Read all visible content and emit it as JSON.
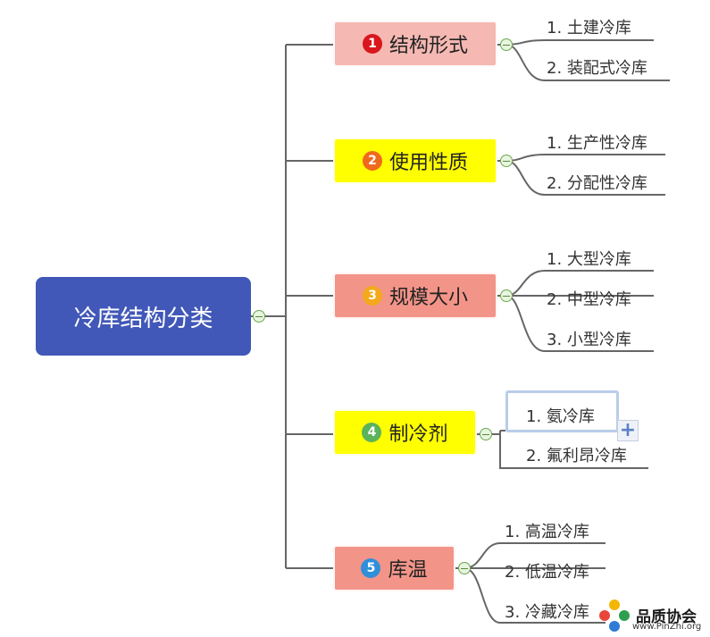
{
  "central": {
    "label": "冷库结构分类",
    "color": "#4158B8"
  },
  "branches": [
    {
      "num": "1",
      "label": "结构形式",
      "bg": "#F5B8B2",
      "badge": "#D9161C",
      "children": [
        "1. 土建冷库",
        "2. 装配式冷库"
      ]
    },
    {
      "num": "2",
      "label": "使用性质",
      "bg": "#FFFF00",
      "badge": "#F06A1E",
      "children": [
        "1. 生产性冷库",
        "2. 分配性冷库"
      ]
    },
    {
      "num": "3",
      "label": "规模大小",
      "bg": "#F39489",
      "badge": "#F4A81C",
      "children": [
        "1. 大型冷库",
        "2. 中型冷库",
        "3. 小型冷库"
      ]
    },
    {
      "num": "4",
      "label": "制冷剂",
      "bg": "#FFFF00",
      "badge": "#5BB35B",
      "children": [
        "1. 氨冷库",
        "2. 氟利昂冷库"
      ]
    },
    {
      "num": "5",
      "label": "库温",
      "bg": "#F39489",
      "badge": "#2F8FDB",
      "children": [
        "1. 高温冷库",
        "2. 低温冷库",
        "3. 冷藏冷库"
      ]
    }
  ],
  "watermark": {
    "name": "品质协会",
    "url": "www.PinZhi.org"
  }
}
